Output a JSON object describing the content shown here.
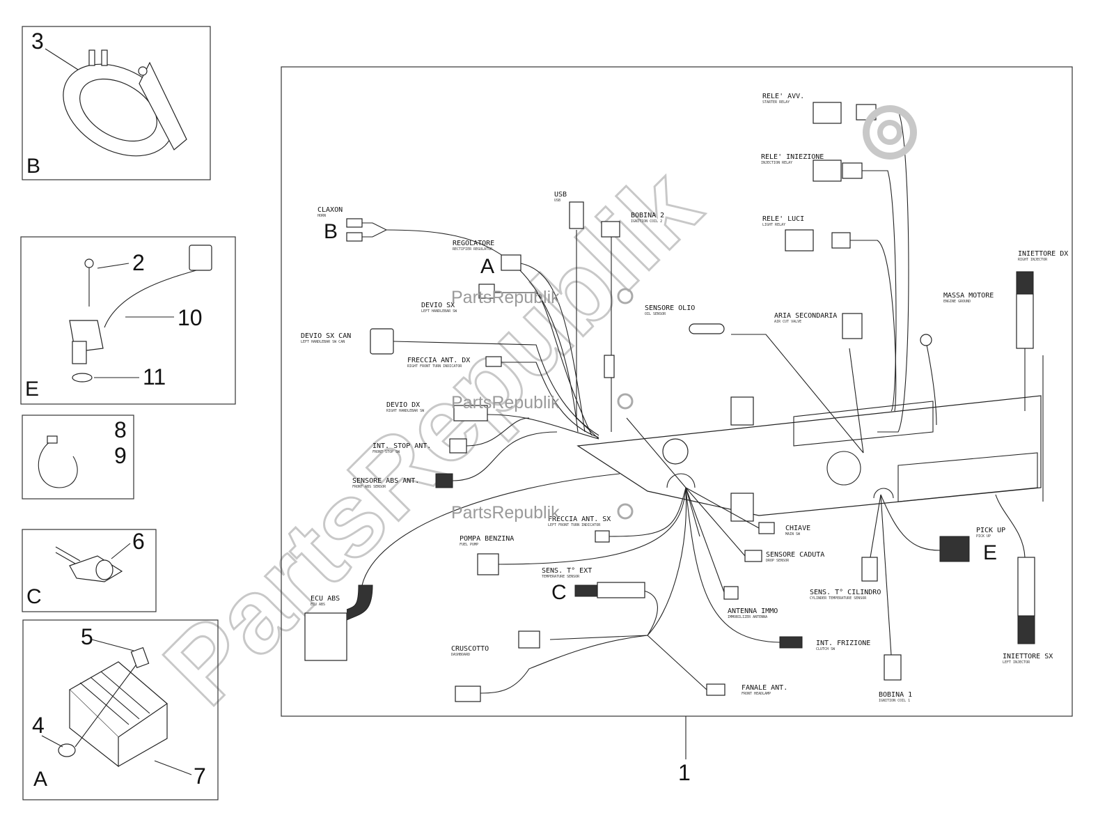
{
  "watermark": {
    "background_text": "PartsRepublik",
    "small_text": "PartsRepublik"
  },
  "callouts": {
    "main_harness": "1",
    "screw_sensor": "2",
    "horn": "3",
    "screw_regulator": "4",
    "clip_regulator": "5",
    "temp_sensor": "6",
    "regulator": "7",
    "cable_tie_a": "8",
    "cable_tie_b": "9",
    "pickup_sensor": "10",
    "o_ring": "11"
  },
  "letters": {
    "A": "A",
    "B": "B",
    "C": "C",
    "E": "E"
  },
  "labels": {
    "claxon": {
      "it": "CLAXON",
      "en": "HORN"
    },
    "usb": {
      "it": "USB",
      "en": "USB"
    },
    "bobina2": {
      "it": "BOBINA 2",
      "en": "IGNITION COIL 2"
    },
    "regolatore": {
      "it": "REGOLATORE",
      "en": "RECTIFIER REGULATOR"
    },
    "devio_sx": {
      "it": "DEVIO SX",
      "en": "LEFT HANDLEBAR SW"
    },
    "devio_sx_can": {
      "it": "DEVIO SX CAN",
      "en": "LEFT HANDLEBAR SW CAN"
    },
    "freccia_dx": {
      "it": "FRECCIA ANT. DX",
      "en": "RIGHT FRONT TURN INDICATOR"
    },
    "devio_dx": {
      "it": "DEVIO DX",
      "en": "RIGHT HANDLEBAR SW"
    },
    "int_stop": {
      "it": "INT. STOP ANT.",
      "en": "FRONT STOP SW"
    },
    "sensore_abs": {
      "it": "SENSORE ABS ANT.",
      "en": "FRONT ABS SENSOR"
    },
    "freccia_sx": {
      "it": "FRECCIA ANT. SX",
      "en": "LEFT FRONT TURN INDICATOR"
    },
    "pompa": {
      "it": "POMPA BENZINA",
      "en": "FUEL PUMP"
    },
    "sens_ext": {
      "it": "SENS. T° EXT",
      "en": "TEMPERATURE SENSOR"
    },
    "ecu_abs": {
      "it": "ECU ABS",
      "en": "ECU ABS"
    },
    "cruscotto": {
      "it": "CRUSCOTTO",
      "en": "DASHBOARD"
    },
    "fanale": {
      "it": "FANALE ANT.",
      "en": "FRONT HEADLAMP"
    },
    "rele_avv": {
      "it": "RELE' AVV.",
      "en": "STARTER RELAY"
    },
    "rele_iniezione": {
      "it": "RELE' INIEZIONE",
      "en": "INJECTION RELAY"
    },
    "rele_luci": {
      "it": "RELE' LUCI",
      "en": "LIGHT RELAY"
    },
    "sensore_olio": {
      "it": "SENSORE OLIO",
      "en": "OIL SENSOR"
    },
    "aria_secondaria": {
      "it": "ARIA SECONDARIA",
      "en": "AIR CUT VALVE"
    },
    "massa_motore": {
      "it": "MASSA MOTORE",
      "en": "ENGINE GROUND"
    },
    "iniettore_dx": {
      "it": "INIETTORE DX",
      "en": "RIGHT INJECTOR"
    },
    "chiave": {
      "it": "CHIAVE",
      "en": "MAIN SW"
    },
    "sensore_caduta": {
      "it": "SENSORE CADUTA",
      "en": "DROP SENSOR"
    },
    "antenna": {
      "it": "ANTENNA IMMO",
      "en": "IMMOBILIZER ANTENNA"
    },
    "frizione": {
      "it": "INT. FRIZIONE",
      "en": "CLUTCH SW"
    },
    "sens_cil": {
      "it": "SENS. T° CILINDRO",
      "en": "CYLINDER TEMPERATURE SENSOR"
    },
    "pick_up": {
      "it": "PICK UP",
      "en": "PICK UP"
    },
    "iniettore_sx": {
      "it": "INIETTORE SX",
      "en": "LEFT INJECTOR"
    },
    "bobina1": {
      "it": "BOBINA 1",
      "en": "IGNITION COIL 1"
    }
  }
}
